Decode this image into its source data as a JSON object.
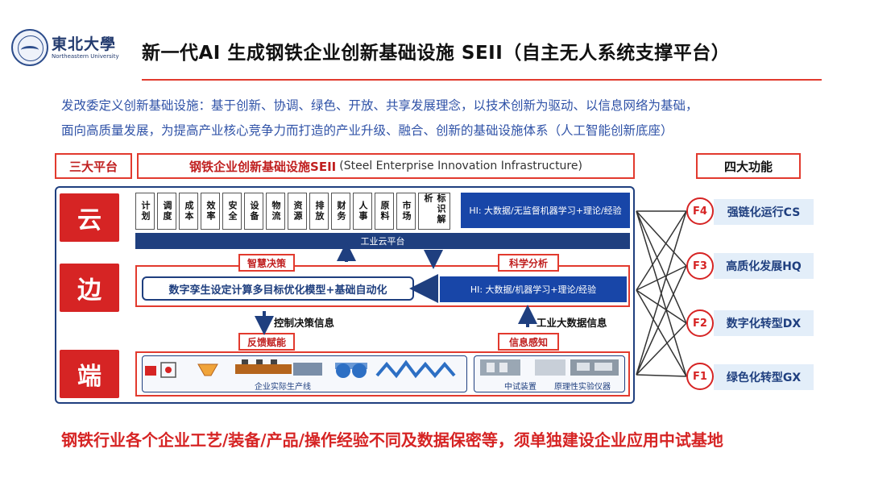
{
  "header": {
    "university_name": "東北大學",
    "university_en": "Northeastern University",
    "title": "新一代AI 生成钢铁企业创新基础设施 SEII（自主无人系统支撑平台）"
  },
  "intro": {
    "line1": "发改委定义创新基础设施：基于创新、协调、绿色、开放、共享发展理念，以技术创新为驱动、以信息网络为基础，",
    "line2": "面向高质量发展，为提高产业核心竞争力而打造的产业升级、融合、创新的基础设施体系（人工智能创新底座）"
  },
  "labels": {
    "three_platforms": "三大平台",
    "infra_cn": "钢铁企业创新基础设施SEII",
    "infra_en": "(Steel Enterprise Innovation Infrastructure)",
    "four_functions": "四大功能"
  },
  "tiers": {
    "cloud": "云",
    "edge": "边",
    "end": "端"
  },
  "modules": [
    "计划",
    "调度",
    "成本",
    "效率",
    "安全",
    "设备",
    "物流",
    "资源",
    "排放",
    "财务",
    "人事",
    "原料",
    "市场",
    "标识解析"
  ],
  "cloud": {
    "hi_text": "HI: 大数据/无监督机器学习+理论/经验",
    "platform_bar": "工业云平台"
  },
  "edge": {
    "tag_left": "智慧决策",
    "tag_right": "科学分析",
    "twin_text": "数字孪生设定计算多目标优化模型+基础自动化",
    "hi_text": "HI: 大数据/机器学习+理论/经验"
  },
  "flows": {
    "down": "控制决策信息",
    "up": "工业大数据信息"
  },
  "end": {
    "tag_left": "反馈赋能",
    "tag_right": "信息感知",
    "production_line": "企业实际生产线",
    "pilot_device": "中试装置",
    "instrument": "原理性实验仪器"
  },
  "functions": [
    {
      "code": "F4",
      "label": "强链化运行CS"
    },
    {
      "code": "F3",
      "label": "高质化发展HQ"
    },
    {
      "code": "F2",
      "label": "数字化转型DX"
    },
    {
      "code": "F1",
      "label": "绿色化转型GX"
    }
  ],
  "conclusion": "钢铁行业各个企业工艺/装备/产品/操作经验不同及数据保密等，须单独建设企业应用中试基地",
  "colors": {
    "accent_red": "#d62424",
    "navy": "#1f3f7f",
    "blue_panel": "#1846a8",
    "text_blue": "#2f52a7",
    "function_bg": "#e3eef9"
  }
}
